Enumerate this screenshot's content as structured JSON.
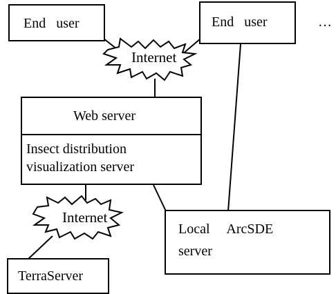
{
  "nodes": {
    "end_user_left": {
      "label": "End   user"
    },
    "end_user_right": {
      "label": "End   user"
    },
    "ellipsis": {
      "label": "…"
    },
    "internet_top": {
      "label": "Internet"
    },
    "web_server": {
      "label": "Web server"
    },
    "visualization_server": {
      "line1": "Insect distribution",
      "line2": "visualization server"
    },
    "internet_bottom": {
      "label": "Internet"
    },
    "local_arcsde": {
      "line1": "Local     ArcSDE",
      "line2": "server"
    },
    "terraserver": {
      "label": "TerraServer"
    }
  },
  "colors": {
    "stroke": "#000000",
    "fill": "#ffffff"
  }
}
